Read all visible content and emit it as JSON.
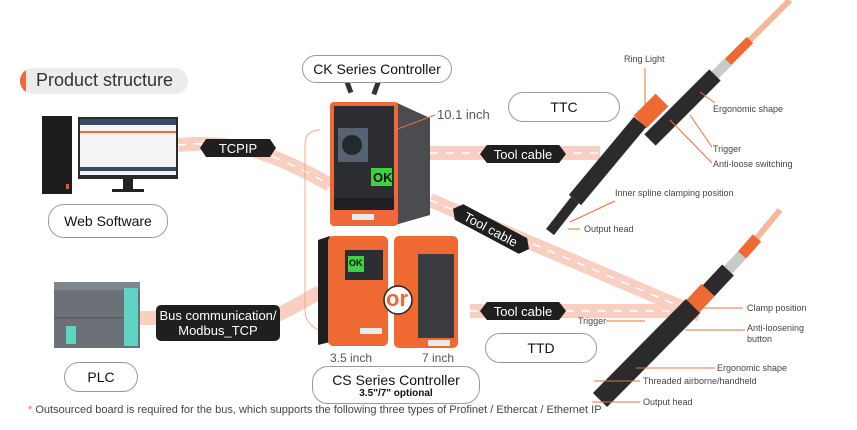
{
  "header": {
    "title": "Product structure"
  },
  "nodes": {
    "web_software": {
      "label": "Web Software"
    },
    "plc": {
      "label": "PLC"
    },
    "ck_controller": {
      "label": "CK Series Controller",
      "screen_size": "10.1 inch",
      "screen_status": "OK"
    },
    "cs_controller": {
      "label": "CS Series Controller",
      "sublabel": "3.5\"/7\" optional",
      "size_small": "3.5 inch",
      "size_large": "7 inch",
      "or_label": "or",
      "screen_status": "OK"
    },
    "ttc": {
      "label": "TTC"
    },
    "ttd": {
      "label": "TTD"
    }
  },
  "connections": {
    "tcpip": "TCPIP",
    "bus": [
      "Bus communication/",
      "Modbus_TCP"
    ],
    "tool_cable_ck_ttc": "Tool cable",
    "tool_cable_ck_ttd": "Tool cable",
    "tool_cable_cs_ttd": "Tool cable"
  },
  "ttc_callouts": {
    "ring_light": "Ring Light",
    "ergonomic_shape": "Ergonomic shape",
    "trigger": "Trigger",
    "anti_loose": "Anti-loose switching",
    "inner_spline": "Inner spline clamping position",
    "output_head": "Output head"
  },
  "ttd_callouts": {
    "clamp_position": "Clamp position",
    "trigger": "Trigger",
    "anti_loosening": [
      "Anti-loosening",
      "button"
    ],
    "ergonomic_shape": "Ergonomic shape",
    "threaded": "Threaded airborne/handheld",
    "output_head": "Output head"
  },
  "footnote": {
    "star": "*",
    "text": "Outsourced board is required for the bus, which supports the following three types of Profinet / Ethercat / Ethernet IP"
  },
  "colors": {
    "accent": "#f0683a",
    "road": "#f8cfc0",
    "tag_bg": "#1f1f1f",
    "ok_green": "#3fd13f"
  }
}
